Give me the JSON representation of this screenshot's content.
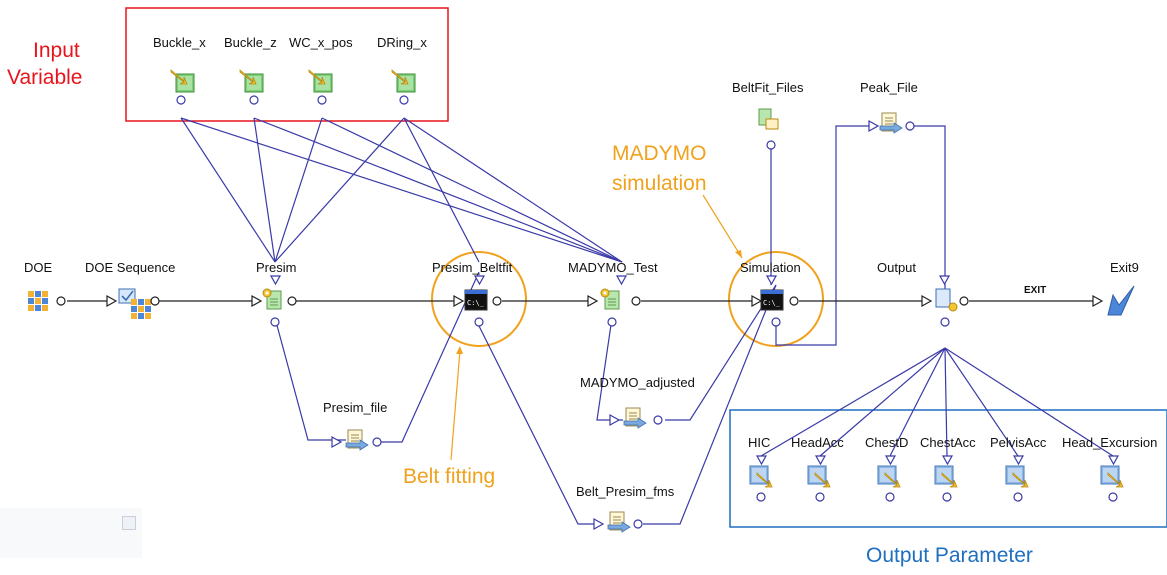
{
  "annotations": {
    "input_variable_line1": "Input",
    "input_variable_line2": "Variable",
    "madymo_sim_line1": "MADYMO",
    "madymo_sim_line2": "simulation",
    "belt_fitting": "Belt fitting",
    "output_parameter": "Output Parameter"
  },
  "inputs": {
    "buckle_x": "Buckle_x",
    "buckle_z": "Buckle_z",
    "wc_x_pos": "WC_x_pos",
    "dring_x": "DRing_x"
  },
  "nodes": {
    "doe": "DOE",
    "doe_sequence": "DOE Sequence",
    "presim": "Presim",
    "presim_beltfit": "Presim_Beltfit",
    "madymo_test": "MADYMO_Test",
    "simulation": "Simulation",
    "output": "Output",
    "exit9": "Exit9",
    "beltfit_files": "BeltFit_Files",
    "peak_file": "Peak_File",
    "presim_file": "Presim_file",
    "madymo_adjusted": "MADYMO_adjusted",
    "belt_presim_fms": "Belt_Presim_fms",
    "exit_link": "EXIT"
  },
  "outputs": {
    "hic": "HIC",
    "headacc": "HeadAcc",
    "chestd": "ChestD",
    "chestacc": "ChestAcc",
    "pelvisacc": "PelvisAcc",
    "head_excursion": "Head_Excursion"
  },
  "colors": {
    "wire": "#3a3aa8",
    "highlight_orange": "#f0a21e",
    "input_box_red": "#e8141c",
    "output_box_blue": "#1f6fc0"
  },
  "icons": {
    "input_var": "green-cube-yellow-arrow-icon",
    "output_param": "blue-cube-yellow-arrow-icon",
    "script": "gear-document-icon",
    "console": "console-icon",
    "file": "file-arrow-icon",
    "doe": "grid-icon",
    "exit": "exit-check-icon"
  }
}
